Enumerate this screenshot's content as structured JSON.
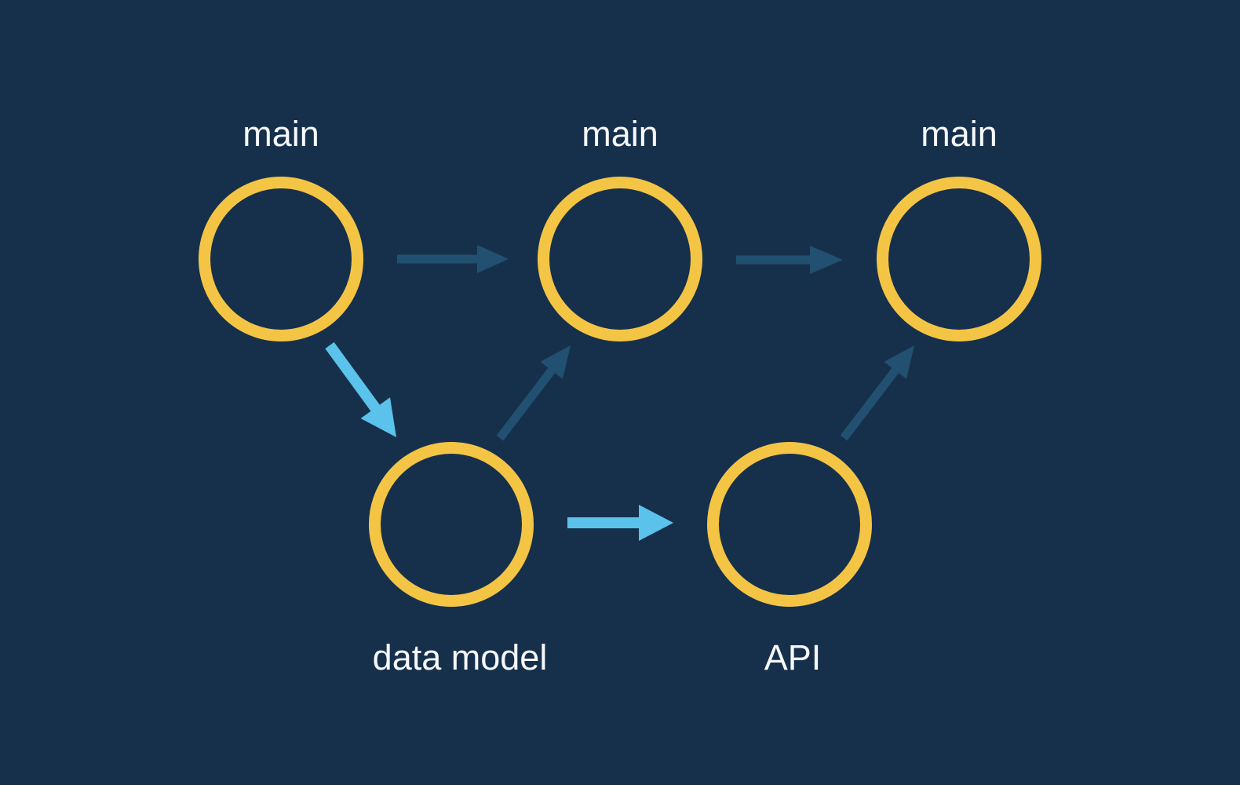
{
  "diagram": {
    "description": "branch diagram with five commit nodes and six arrows",
    "colors": {
      "background": "#16304C",
      "node_ring": "#F4C544",
      "arrow_primary": "#215070",
      "arrow_highlight": "#5BC2EB",
      "label_text": "#F6F8FA"
    },
    "nodes": [
      {
        "id": "main-1",
        "label": "main",
        "label_position": "top"
      },
      {
        "id": "main-2",
        "label": "main",
        "label_position": "top"
      },
      {
        "id": "main-3",
        "label": "main",
        "label_position": "top"
      },
      {
        "id": "data-model",
        "label": "data model",
        "label_position": "bottom"
      },
      {
        "id": "api",
        "label": "API",
        "label_position": "bottom"
      }
    ],
    "edges": [
      {
        "from": "main-1",
        "to": "main-2",
        "style": "primary",
        "direction": "right"
      },
      {
        "from": "main-2",
        "to": "main-3",
        "style": "primary",
        "direction": "right"
      },
      {
        "from": "main-1",
        "to": "data-model",
        "style": "highlight",
        "direction": "down-right"
      },
      {
        "from": "data-model",
        "to": "main-2",
        "style": "primary",
        "direction": "up-right"
      },
      {
        "from": "data-model",
        "to": "api",
        "style": "highlight",
        "direction": "right"
      },
      {
        "from": "api",
        "to": "main-3",
        "style": "primary",
        "direction": "up-right"
      }
    ]
  }
}
